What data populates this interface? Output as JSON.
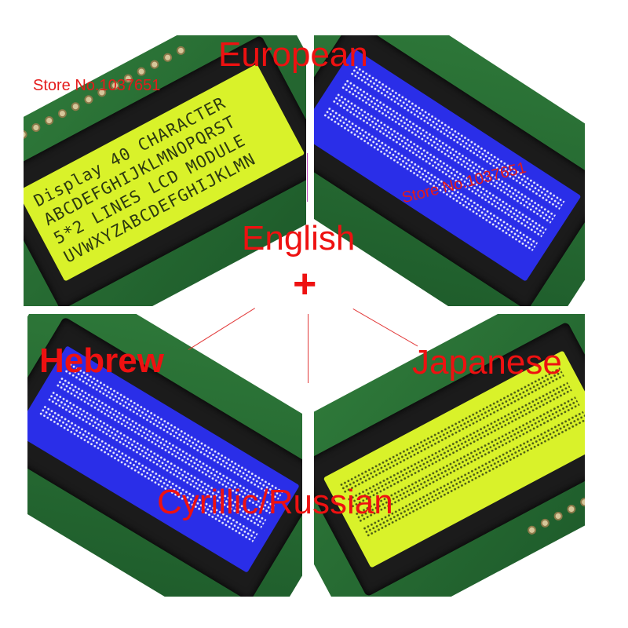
{
  "labels": {
    "european": "European",
    "english": "English",
    "plus": "+",
    "hebrew": "Hebrew",
    "japanese": "Japanese",
    "cyrillic": "Cyrillic/Russian"
  },
  "watermarks": [
    "Store No.1037651",
    "Store No.1037651"
  ],
  "lcd_top_left": {
    "backlight": "yellow-green",
    "lines": [
      "Display 40 CHARACTER",
      "ABCDEFGHIJKLMNOPQRST",
      "5*2 LINES LCD MODULE",
      "UVWXYZABCDEFGHIJKLMN"
    ]
  },
  "colors": {
    "label_red": "#ee1111",
    "lcd_yellow": "#d9f22a",
    "lcd_blue": "#2a2ee8",
    "pcb_green": "#2f7a3a"
  }
}
